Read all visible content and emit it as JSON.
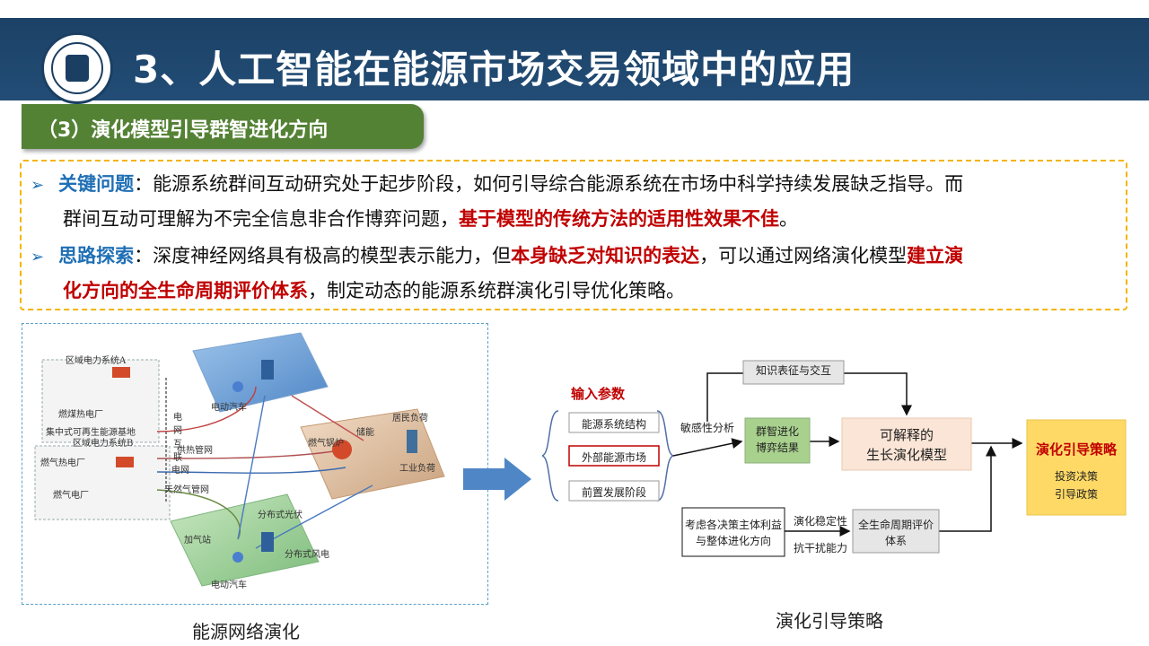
{
  "header": {
    "title": "3、人工智能在能源市场交易领域中的应用"
  },
  "section": {
    "label": "（3）演化模型引导群智进化方向"
  },
  "bullets": {
    "b1": {
      "keyword": "关键问题",
      "text1": "：能源系统群间互动研究处于起步阶段，如何引导综合能源系统在市场中科学持续发展缺乏指导。而",
      "text2a": "群间互动可理解为不完全信息非合作博弈问题，",
      "text2red": "基于模型的传统方法的适用性效果不佳",
      "text2b": "。"
    },
    "b2": {
      "keyword": "思路探索",
      "text1a": "：深度神经网络具有极高的模型表示能力，但",
      "text1red": "本身缺乏对知识的表达",
      "text1b": "，可以通过网络演化模型",
      "text1red2": "建立演",
      "text2red": "化方向的全生命周期评价体系",
      "text2b": "，制定动态的能源系统群演化引导优化策略。"
    }
  },
  "left_figure": {
    "caption": "能源网络演化",
    "labels": {
      "regionA": "区域电力系统A",
      "gasPlantA": "燃煤热电厂",
      "renewable": "集中式可再生能源基地",
      "regionB": "区域电力系统B",
      "gasPlantB1": "燃气热电厂",
      "gasPlantB2": "燃气电厂",
      "grid_v": "电网互联",
      "heatPipe": "供热管网",
      "grid": "电网",
      "gasPipe": "天然气管网",
      "ev1": "电动汽车",
      "gasBoiler": "燃气锅炉",
      "storage": "储能",
      "residential": "居民负荷",
      "industrial": "工业负荷",
      "distPV": "分布式光伏",
      "gasStation": "加气站",
      "distWind": "分布式风电",
      "ev2": "电动汽车"
    }
  },
  "right_figure": {
    "caption": "演化引导策略",
    "input_title": "输入参数",
    "inputs": [
      "能源系统结构",
      "外部能源市场",
      "前置发展阶段"
    ],
    "knowledge": "知识表征与交互",
    "sensitivity": "敏感性分析",
    "swarm1": "群智进化",
    "swarm2": "博弈结果",
    "model1": "可解释的",
    "model2": "生长演化模型",
    "strategy_title": "演化引导策略",
    "strategy1": "投资决策",
    "strategy2": "引导政策",
    "consider1": "考虑各决策主体利益",
    "consider2": "与整体进化方向",
    "stability": "演化稳定性",
    "anti": "抗干扰能力",
    "lifecycle1": "全生命周期评价",
    "lifecycle2": "体系"
  },
  "colors": {
    "header_bg": "#1b3f63",
    "section_bg": "#548235",
    "keyword": "#1f6fb5",
    "highlight": "#c00000",
    "dash_border": "#f4b400",
    "swarm_box": "#a9d18e",
    "model_box": "#fbe5d6",
    "strategy_box": "#ffd966",
    "lifecycle_box": "#d9d9d9"
  }
}
